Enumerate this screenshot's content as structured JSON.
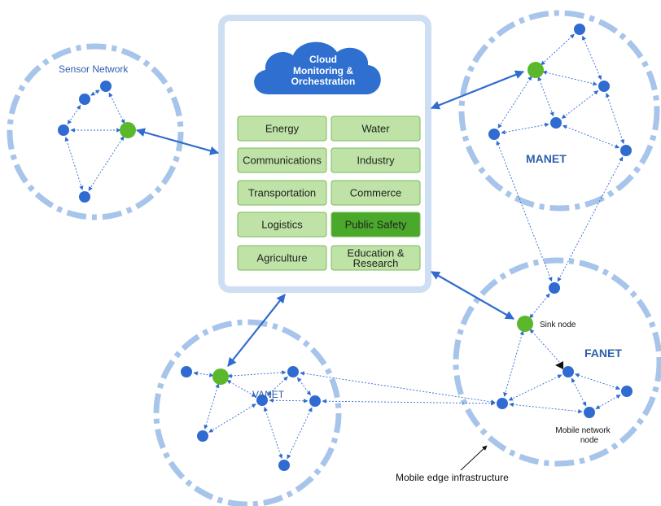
{
  "cloud": {
    "lines": [
      "Cloud",
      "Monitoring &",
      "Orchestration"
    ],
    "color": "#2e6fd0"
  },
  "sectors": [
    {
      "lines": [
        "Energy"
      ],
      "highlighted": false
    },
    {
      "lines": [
        "Water"
      ],
      "highlighted": false
    },
    {
      "lines": [
        "Communications"
      ],
      "highlighted": false
    },
    {
      "lines": [
        "Industry"
      ],
      "highlighted": false
    },
    {
      "lines": [
        "Transportation"
      ],
      "highlighted": false
    },
    {
      "lines": [
        "Commerce"
      ],
      "highlighted": false
    },
    {
      "lines": [
        "Logistics"
      ],
      "highlighted": false
    },
    {
      "lines": [
        "Public Safety"
      ],
      "highlighted": true
    },
    {
      "lines": [
        "Agriculture"
      ],
      "highlighted": false
    },
    {
      "lines": [
        "Education &",
        "Research"
      ],
      "highlighted": false
    }
  ],
  "networks": {
    "sensor": "Sensor Network",
    "manet": "MANET",
    "vanet": "VANET",
    "fanet": "FANET"
  },
  "annotations": {
    "sink_node": "Sink node",
    "mobile_node_lines": [
      "Mobile network",
      "node"
    ],
    "edge_infra": "Mobile edge infrastructure"
  },
  "colors": {
    "node_blue": "#2f6bd0",
    "sink_green": "#5bb82b",
    "ring": "#a7c4ea",
    "panel_border": "#cfdff3",
    "sector_fill": "#bfe3a6",
    "sector_border": "#7bb85c",
    "highlight_fill": "#4aa92a",
    "arrow": "#2f6bd0",
    "label_blue": "#2d5fae"
  },
  "icons": [
    "cloud-icon",
    "node-icon",
    "sink-node-icon",
    "arrow-icon"
  ]
}
